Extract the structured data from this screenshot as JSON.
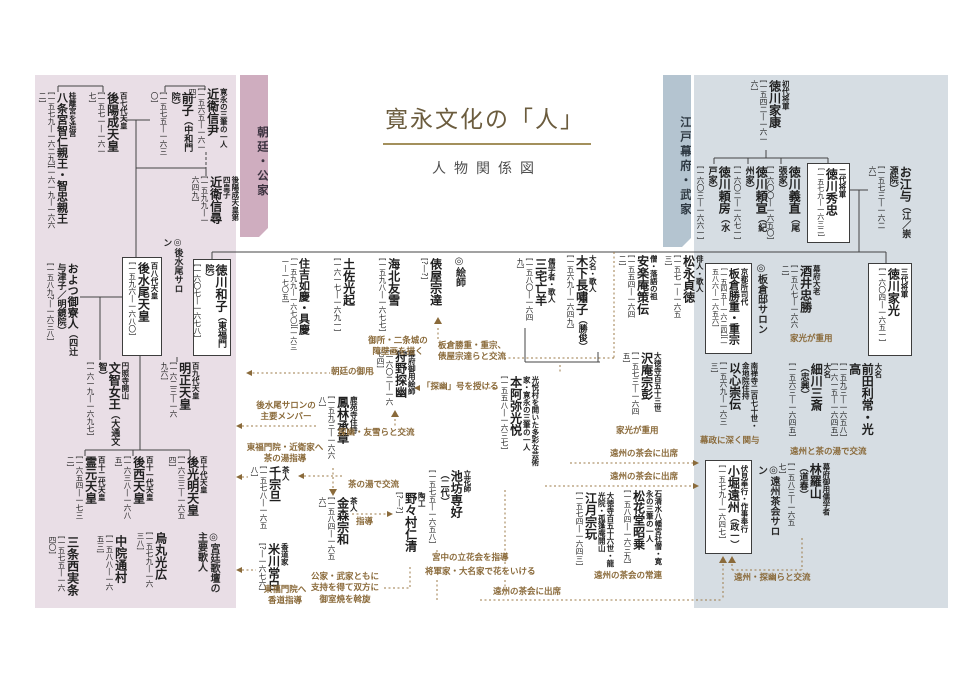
{
  "title": {
    "main": "寛永文化の「人」",
    "subtitle": "人物関係図"
  },
  "tabs": {
    "court": "朝廷・公家",
    "shogunate": "江戸幕府・武家"
  },
  "groups": {
    "gomizunoo_salon": "◎後水尾サロン",
    "court_poets": "◎宮廷歌壇の主要歌人",
    "painters": "◎絵師",
    "itakura_salon": "◎板倉邸サロン",
    "enshu_salon": "◎遠州茶会サロン"
  },
  "persons": {
    "nobutada": {
      "role": "寛永の三筆の一人",
      "name": "近衛信尹",
      "dates": "[一五六五―一六一四]"
    },
    "sakiko": {
      "name": "前子",
      "sub": "（中和門院）",
      "dates": "[一五七五―一六三〇]"
    },
    "goyozei": {
      "role": "百七代天皇",
      "name": "後陽成天皇",
      "dates": "[一五七一―一六一七]"
    },
    "nobuhiro": {
      "role": "後陽成天皇第四皇子",
      "name": "近衛信尋",
      "dates": "[一五九九―一六四九]"
    },
    "hachijonomiya": {
      "role": "桂離宮を造営",
      "name": "八条宮智仁親王・智忠親王",
      "dates": "[一五七九―一六二九][一六一九―一六六二]"
    },
    "gomizunoo": {
      "role": "百八代天皇",
      "name": "後水尾天皇",
      "dates": "[一五九六―一六八〇]"
    },
    "kazuko": {
      "name": "徳川和子",
      "sub": "（東福門院）",
      "dates": "[一六〇七―一六七八]"
    },
    "oyotsu": {
      "name": "およつ御寮人",
      "sub": "（四辻与津子／明鏡院）",
      "dates": "[一五八九?―一六三八]"
    },
    "bunchi": {
      "role": "円照寺開山",
      "name": "文智女王",
      "sub": "（大通文智）",
      "dates": "[一六一九―一六九七]"
    },
    "meisho": {
      "role": "百九代天皇",
      "name": "明正天皇",
      "dates": "[一六二三―一六九六]"
    },
    "gokomyo": {
      "role": "百十代天皇",
      "name": "後光明天皇",
      "dates": "[一六三三―一六五四]"
    },
    "gosai": {
      "role": "百十一代天皇",
      "name": "後西天皇",
      "dates": "[一六三八―一六八五]"
    },
    "reigen": {
      "role": "百十二代天皇",
      "name": "霊元天皇",
      "dates": "[一六五四―一七三二]"
    },
    "karasumaru": {
      "name": "烏丸光広",
      "dates": "[一五七九―一六三八]"
    },
    "nakanoin": {
      "name": "中院通村",
      "dates": "[一五八八―一六五三]"
    },
    "sanjonishi": {
      "name": "三条西実条",
      "dates": "[一五七五―一六四〇]"
    },
    "ieyasu": {
      "role": "初代将軍",
      "name": "徳川家康",
      "dates": "[一五四二―一六一六]"
    },
    "yorifusa": {
      "name": "徳川頼房",
      "sub": "（水戸家）",
      "dates": "[一六〇三―一六六一]"
    },
    "yorinobu": {
      "name": "徳川頼宣",
      "sub": "（紀州家）",
      "dates": "[一六〇二―一六七一]"
    },
    "yoshinao": {
      "name": "徳川義直",
      "sub": "（尾張家）",
      "dates": "[一六〇〇―一六五〇]"
    },
    "hidetada": {
      "role": "二代将軍",
      "name": "徳川秀忠",
      "dates": "[一五七九―一六三二]"
    },
    "oeyo": {
      "name": "お江与",
      "sub": "（江／崇源院）",
      "dates": "[一五七三―一六二六]"
    },
    "iemitsu": {
      "role": "三代将軍",
      "name": "徳川家光",
      "dates": "[一六〇四―一六五一]"
    },
    "itakura": {
      "role": "京都所司代",
      "name": "板倉勝重・重宗",
      "dates": "[一五四五―一六二四][一五八六―一六五六]"
    },
    "sakai": {
      "role": "幕府大老",
      "name": "酒井忠勝",
      "dates": "[一五八七―一六六二]"
    },
    "suden": {
      "role": "南禅寺二百七十世・金地院住持",
      "name": "以心崇伝",
      "dates": "[一五六九―一六三三]"
    },
    "hosokawa": {
      "role": "大名",
      "name": "細川三斎",
      "sub": "（忠興）",
      "dates": "[一五六三―一六四五]"
    },
    "maeda": {
      "role": "大名",
      "name": "前田利常・光高",
      "dates": "[一五九三―一六五八][一六一五―一六四五]"
    },
    "kobori": {
      "role": "伏見奉行・作事奉行",
      "name": "小堀遠州",
      "sub": "（政一）",
      "dates": "[一五七九―一六四七]"
    },
    "hayashi": {
      "role": "幕府御用儒学者",
      "name": "林羅山",
      "sub": "（道春）",
      "dates": "[一五八三―一六五七]"
    },
    "sotatsu": {
      "name": "俵屋宗達",
      "dates": "[?―?]"
    },
    "yusetsu": {
      "name": "海北友雪",
      "dates": "[一五九八―一六七七]"
    },
    "mitsuoki": {
      "name": "土佐光起",
      "dates": "[一六一七―一六九一]"
    },
    "sumiyoshi": {
      "name": "住吉如慶・具慶",
      "dates": "[一五九九―一六七〇][一六三一―一七〇五]"
    },
    "tanyu": {
      "role": "幕府御用絵師",
      "name": "狩野探幽",
      "dates": "[一六〇二―一六七四]"
    },
    "horin": {
      "role": "鹿苑寺住持",
      "name": "鳳林承章",
      "dates": "[一五九三―一六六八]"
    },
    "sotan": {
      "role": "茶人",
      "name": "千宗旦",
      "dates": "[一五七八―一六五八]"
    },
    "sowa": {
      "role": "茶人",
      "name": "金森宗和",
      "dates": "[一五八四―一六五六]"
    },
    "ninsei": {
      "role": "陶工",
      "name": "野々村仁清",
      "dates": "[?―?]"
    },
    "yonekawa": {
      "role": "香道家",
      "name": "米川常白",
      "dates": "[?―一六七六]"
    },
    "teitoku": {
      "role": "俳人・歌人",
      "name": "松永貞徳",
      "dates": "[一五七一―一六五三]"
    },
    "sakuden": {
      "role": "僧・落語の祖",
      "name": "安楽庵策伝",
      "dates": "[一五五四―一六四二]"
    },
    "choshoshi": {
      "role": "大名・歌人",
      "name": "木下長嘯子",
      "sub": "（勝俊）",
      "dates": "[一五六九―一六四九]"
    },
    "boyo": {
      "role": "儒学者・歌人",
      "name": "三宅亡羊",
      "dates": "[一五八〇―一六四九]"
    },
    "takuan": {
      "role": "大徳寺百五十三世",
      "name": "沢庵宗彭",
      "dates": "[一五七三―一六四五]"
    },
    "koetsu": {
      "role": "光悦村を開いた多彩な芸術家・寛永の三筆の一人",
      "name": "本阿弥光悦",
      "dates": "[一五五八―一六三七]"
    },
    "senko": {
      "role": "立花師",
      "name": "池坊専好",
      "sub": "（二代）",
      "dates": "[一五七五―一六五八]"
    },
    "shokado": {
      "role": "石清水八幡宮社僧・寛永の三筆の一人",
      "name": "松花堂昭乗",
      "dates": "[一五八四―一六三九]"
    },
    "kogetsu": {
      "role": "大徳寺百五十六世・龍光院・孤篷庵開山",
      "name": "江月宗玩",
      "dates": "[一五七四―一六四三]"
    }
  },
  "notes": {
    "palace_paintings": "御所・二条城の\n障壁画を描く",
    "itakura_sotatsu": "板倉勝重・重宗、\n俵屋宗達らと交流",
    "court_service": "朝廷の御用",
    "tanyu_title": "「探幽」号を授ける",
    "tanyu_yusetsu": "探幽・友雪らと交流",
    "salon_member": "後水尾サロンの\n主要メンバー",
    "tea_teaching": "東福門院・近衛家へ\n茶の湯指導",
    "tea_exchange": "茶の湯で交流",
    "shido": "指導",
    "omuroyaki": "公家・武家ともに\n支持を得て双方に\n御室焼を斡旋",
    "kodo_teaching": "東福門院へ\n香道指導",
    "rikka_court": "宮中の立花会を指導",
    "rikka_shogun": "将軍家・大名家で花をいける",
    "enshu_tea": "遠州の茶会に出席",
    "iemitsu_favor": "家光が重用",
    "bakusei": "幕政に深く関与",
    "enshu_tea_exchange": "遠州と茶の湯で交流",
    "enshu_regular": "遠州の茶会の常連",
    "enshu_tanyu": "遠州・探幽らと交流"
  },
  "colors": {
    "panel_pink": "#e9dee6",
    "tab_pink": "#cfadbf",
    "panel_blue": "#d6dde3",
    "tab_blue": "#b4c4d0",
    "title_brown": "#6b5c3e",
    "accent_brown": "#8a6a3a",
    "line_gray": "#444444"
  }
}
